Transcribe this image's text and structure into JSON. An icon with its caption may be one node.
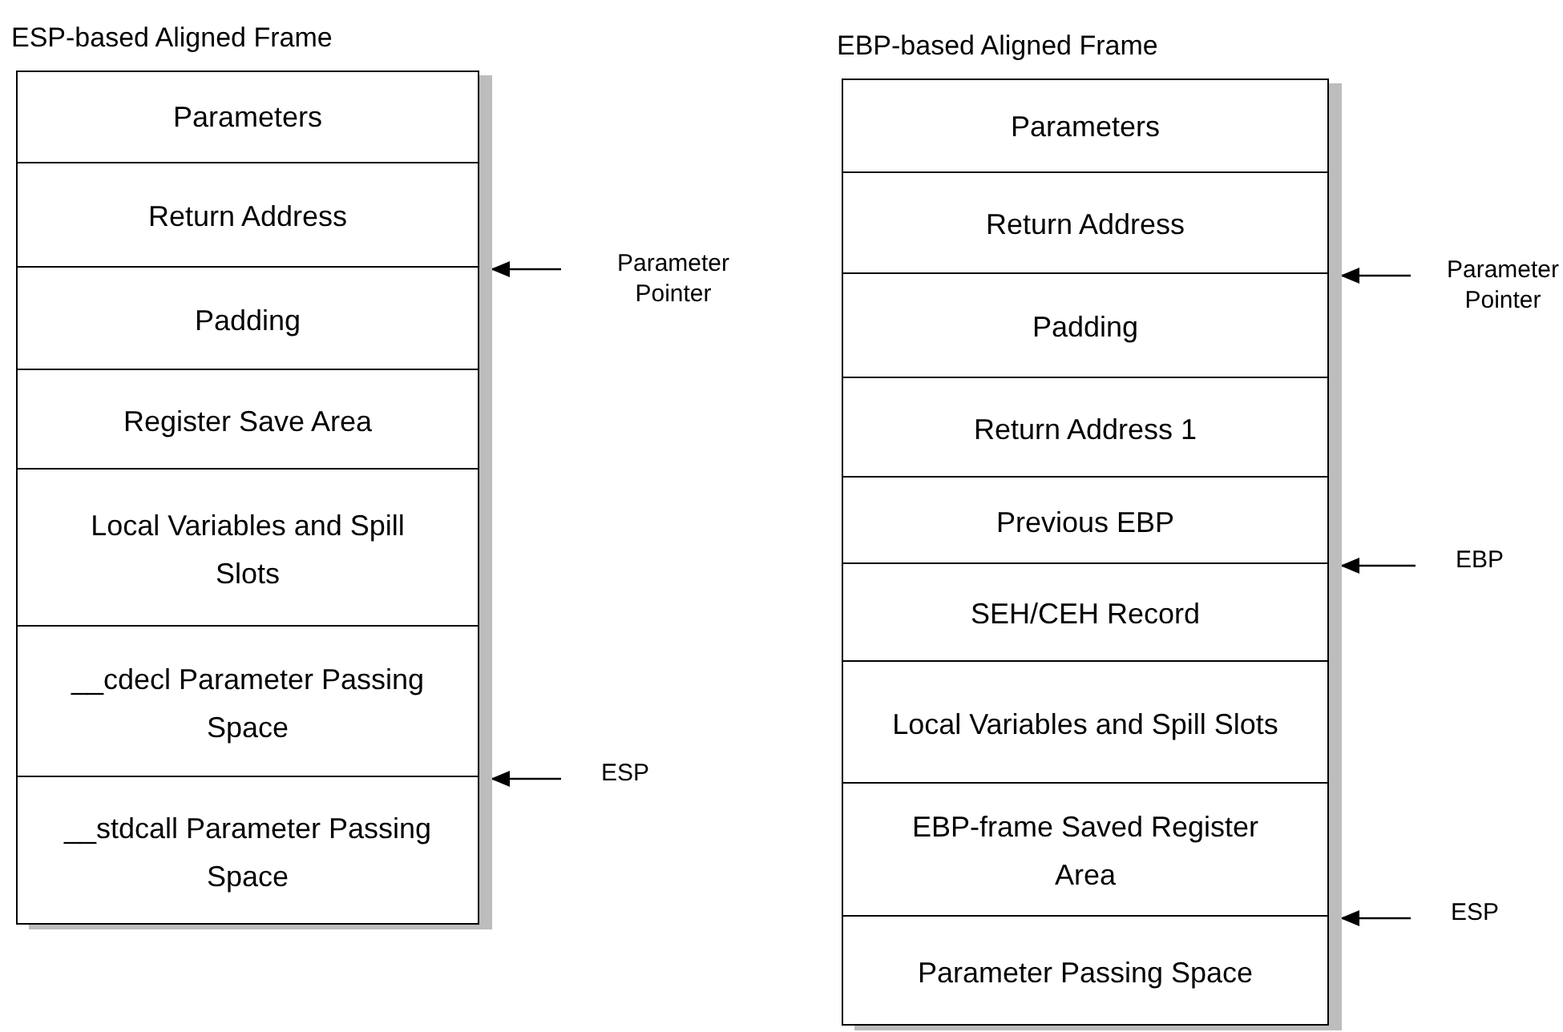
{
  "diagram": {
    "nodes": [
      {
        "text": [
          "ESP-based Aligned Frame"
        ]
      },
      {
        "text": [
          "Parameters"
        ],
        "in": 0
      },
      {
        "text": [
          "Return Address"
        ],
        "in": 0
      },
      {
        "text": [
          "Padding"
        ],
        "in": 0
      },
      {
        "text": [
          "Register Save Area"
        ],
        "in": 0
      },
      {
        "text": [
          "Local Variables and Spill Slots"
        ],
        "in": 0
      },
      {
        "text": [
          "__cdecl Parameter Passing Space"
        ],
        "in": 0
      },
      {
        "text": [
          "__stdcall Parameter Passing Space"
        ],
        "in": 0
      },
      {
        "text": [
          "Parameter Pointer"
        ]
      },
      {
        "text": [
          "ESP"
        ]
      },
      {
        "text": [
          "EBP-based Aligned Frame"
        ]
      },
      {
        "text": [
          "Parameters"
        ],
        "in": 10
      },
      {
        "text": [
          "Return Address"
        ],
        "in": 10
      },
      {
        "text": [
          "Padding"
        ],
        "in": 10
      },
      {
        "text": [
          "Return Address 1"
        ],
        "in": 10
      },
      {
        "text": [
          "Previous EBP"
        ],
        "in": 10
      },
      {
        "text": [
          "SEH/CEH Record"
        ],
        "in": 10
      },
      {
        "text": [
          "Local Variables and Spill Slots"
        ],
        "in": 10
      },
      {
        "text": [
          "EBP-frame Saved Register Area"
        ],
        "in": 10
      },
      {
        "text": [
          "Parameter Passing Space"
        ],
        "in": 10
      },
      {
        "text": [
          "Parameter Pointer"
        ]
      },
      {
        "text": [
          "EBP"
        ]
      },
      {
        "text": [
          "ESP"
        ]
      }
    ],
    "edges": [
      {
        "from": 8,
        "to": 0,
        "arrow": "to"
      },
      {
        "from": 9,
        "to": 0,
        "arrow": "to"
      },
      {
        "from": 20,
        "to": 10,
        "arrow": "to"
      },
      {
        "from": 21,
        "to": 10,
        "arrow": "to"
      },
      {
        "from": 22,
        "to": 10,
        "arrow": "to"
      }
    ]
  }
}
